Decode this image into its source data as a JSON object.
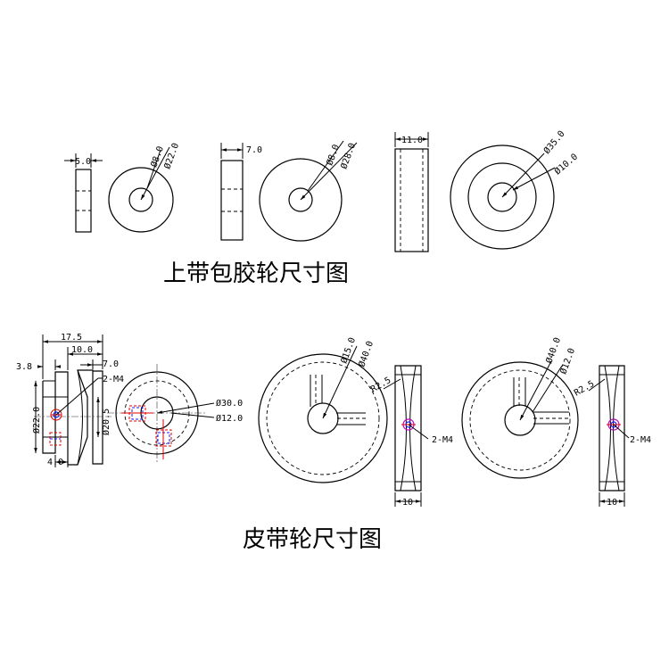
{
  "titles": {
    "top": "上带包胶轮尺寸图",
    "bottom": "皮带轮尺寸图"
  },
  "dims": {
    "w1_width": "5.0",
    "w1_bore": "Ø8.0",
    "w1_od": "Ø22.0",
    "w2_width": "7.0",
    "w2_bore": "Ø8.0",
    "w2_od": "Ø28.0",
    "w3_width": "11.0",
    "w3_od": "Ø35.0",
    "w3_bore": "Ø10.0",
    "p1_len": "17.5",
    "p1_10": "10.0",
    "p1_7": "7.0",
    "p1_3_8": "3.8",
    "p1_m4": "2-M4",
    "p1_d22": "Ø22.0",
    "p1_d20_5": "Ø20.5",
    "p1_4": "4.0",
    "p1_d30": "Ø30.0",
    "p1_d12": "Ø12.0",
    "p2_d15": "Ø15.0",
    "p2_d40": "Ø40.0",
    "p2_r": "R2.5",
    "p2_m4": "2-M4",
    "p2_w": "10",
    "p3_d40": "Ø40.0",
    "p3_d12": "Ø12.0",
    "p3_r": "R2.5",
    "p3_m4": "2-M4",
    "p3_w": "10"
  }
}
